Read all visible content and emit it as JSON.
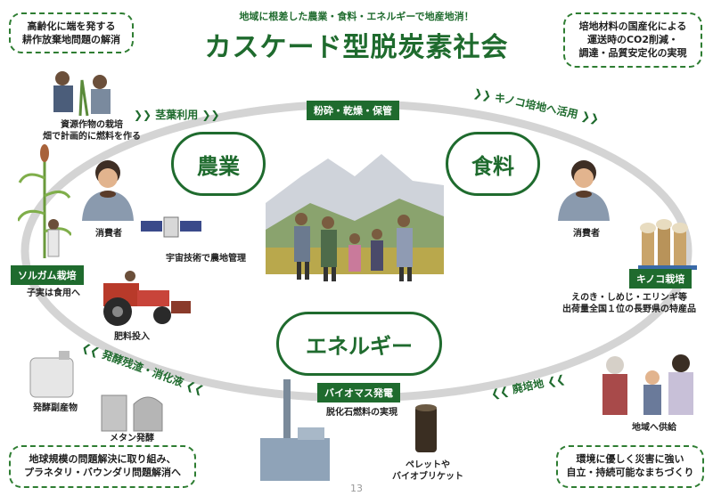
{
  "header": {
    "subtitle": "地域に根差した農業・食料・エネルギーで地産地消！",
    "title": "カスケード型脱炭素社会"
  },
  "corners": {
    "top_left": [
      "高齢化に端を発する",
      "耕作放棄地問題の解消"
    ],
    "top_right": [
      "培地材料の国産化による",
      "運送時のCO2削減・",
      "調達・品質安定化の実現"
    ],
    "bottom_left": [
      "地球規模の問題解決に取り組み、",
      "プラネタリ・バウンダリ問題解消へ"
    ],
    "bottom_right": [
      "環境に優しく災害に強い",
      "自立・持続可能なまちづくり"
    ]
  },
  "clouds": {
    "agriculture": "農業",
    "food": "食料",
    "energy": "エネルギー"
  },
  "labels": {
    "processing": "粉砕・乾燥・保管",
    "sorghum": "ソルガム栽培",
    "mushroom": "キノコ栽培",
    "biomass": "バイオマス発電"
  },
  "arrows": {
    "stalk_use": "茎葉利用",
    "mushroom_bed": "キノコ培地へ活用",
    "spent_bed": "廃培地",
    "fermentation": "発酵残渣・消化液"
  },
  "captions": {
    "resource_crop": [
      "資源作物の栽培",
      "畑で計画的に燃料を作る"
    ],
    "consumer_left": "消費者",
    "consumer_right": "消費者",
    "space_tech": "宇宙技術で農地管理",
    "grain_food": "子実は食用へ",
    "fertilizer": "肥料投入",
    "mushroom_desc": [
      "えのき・しめじ・エリンギ等",
      "出荷量全国１位の長野県の特産品"
    ],
    "fossil": "脱化石燃料の実現",
    "pellet": [
      "ペレットや",
      "バイオブリケット"
    ],
    "regional_supply": "地域へ供給",
    "byproduct": "発酵副産物",
    "methane": "メタン発酵"
  },
  "page_number": "13",
  "colors": {
    "accent": "#1f6b2e",
    "ellipse": "#d0d0d0"
  }
}
